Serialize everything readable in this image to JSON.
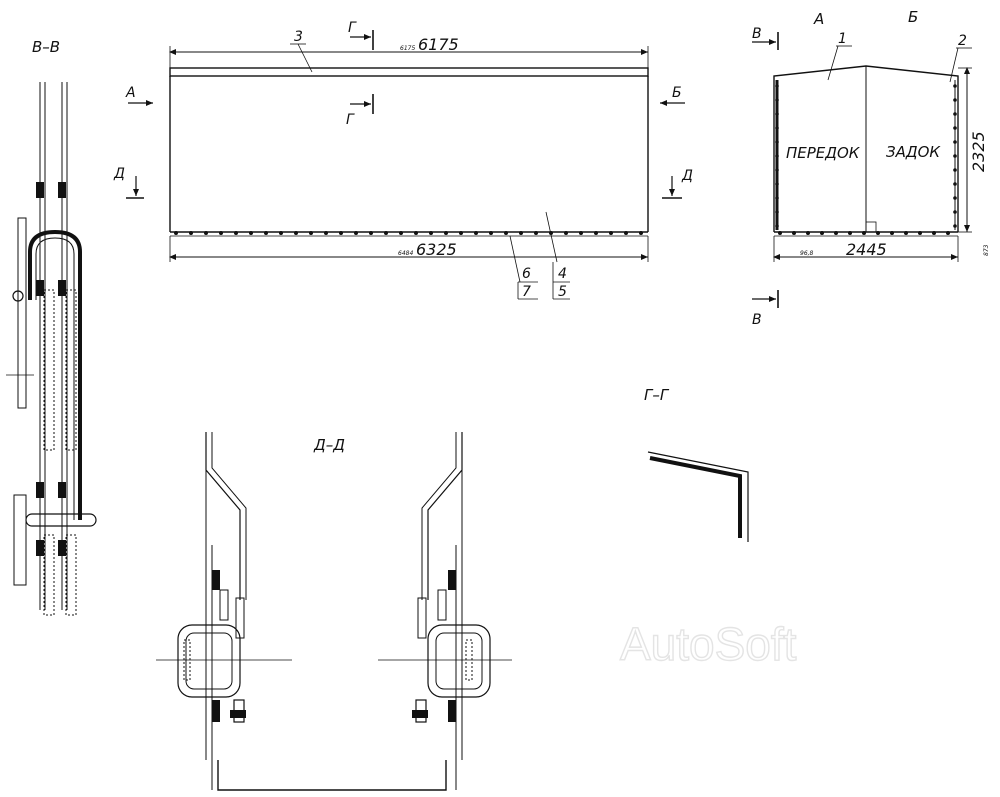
{
  "sections": {
    "vv": "В–В",
    "dd": "Д–Д",
    "gg": "Г–Г"
  },
  "view_markers": {
    "a": "А",
    "b": "Б",
    "v": "В",
    "g": "Г",
    "d": "Д"
  },
  "dimensions": {
    "top_length": "6175",
    "top_length_small": "6175",
    "bottom_length": "6325",
    "bottom_length_small": "6484",
    "side_width": "2445",
    "side_width_small": "96,8",
    "side_height": "2325",
    "side_height_small": "873"
  },
  "callouts": {
    "p1": "1",
    "p2": "2",
    "p3": "3",
    "p4": "4",
    "p5": "5",
    "p6": "6",
    "p7": "7"
  },
  "panel_labels": {
    "front": "ПЕРЕДОК",
    "rear": "ЗАДОК"
  },
  "watermark": "AutoSoft"
}
